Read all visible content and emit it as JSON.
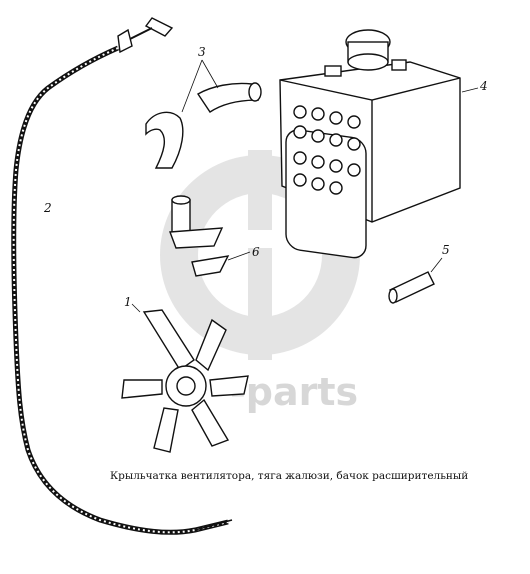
{
  "callouts": {
    "fan_impeller": "1",
    "blind_control_rod": "2",
    "hoses": "3",
    "expansion_tank": "4",
    "connector_tube": "5",
    "bracket_plate": "6"
  },
  "caption": "Крыльчатка вентилятора, тяга жалюзи, бачок расширительный",
  "watermark": "-parts"
}
